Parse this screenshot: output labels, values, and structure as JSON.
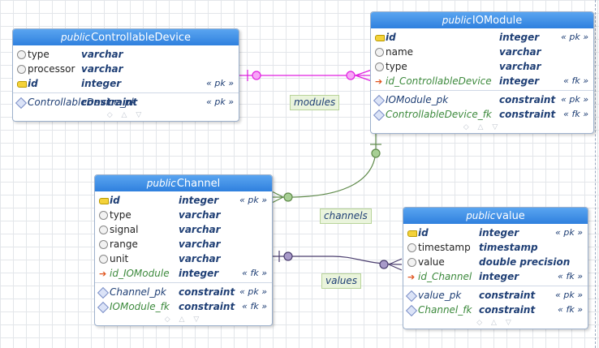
{
  "entities": {
    "controllable_device": {
      "schema": "public",
      "name": "ControllableDevice",
      "columns": [
        {
          "name": "type",
          "type": "varchar",
          "key": "",
          "kind": "col"
        },
        {
          "name": "processor",
          "type": "varchar",
          "key": "",
          "kind": "col"
        },
        {
          "name": "id",
          "type": "integer",
          "key": "« pk »",
          "kind": "pk"
        }
      ],
      "constraints": [
        {
          "name": "ControllableDevice_pk",
          "type": "constraint",
          "key": "« pk »",
          "kind": "c-pk"
        }
      ]
    },
    "iomodule": {
      "schema": "public",
      "name": "IOModule",
      "columns": [
        {
          "name": "id",
          "type": "integer",
          "key": "« pk »",
          "kind": "pk"
        },
        {
          "name": "name",
          "type": "varchar",
          "key": "",
          "kind": "col"
        },
        {
          "name": "type",
          "type": "varchar",
          "key": "",
          "kind": "col"
        },
        {
          "name": "id_ControllableDevice",
          "type": "integer",
          "key": "« fk »",
          "kind": "fk"
        }
      ],
      "constraints": [
        {
          "name": "IOModule_pk",
          "type": "constraint",
          "key": "« pk »",
          "kind": "c-pk"
        },
        {
          "name": "ControllableDevice_fk",
          "type": "constraint",
          "key": "« fk »",
          "kind": "c-fk"
        }
      ]
    },
    "channel": {
      "schema": "public",
      "name": "Channel",
      "columns": [
        {
          "name": "id",
          "type": "integer",
          "key": "« pk »",
          "kind": "pk"
        },
        {
          "name": "type",
          "type": "varchar",
          "key": "",
          "kind": "col"
        },
        {
          "name": "signal",
          "type": "varchar",
          "key": "",
          "kind": "col"
        },
        {
          "name": "range",
          "type": "varchar",
          "key": "",
          "kind": "col"
        },
        {
          "name": "unit",
          "type": "varchar",
          "key": "",
          "kind": "col"
        },
        {
          "name": "id_IOModule",
          "type": "integer",
          "key": "« fk »",
          "kind": "fk"
        }
      ],
      "constraints": [
        {
          "name": "Channel_pk",
          "type": "constraint",
          "key": "« pk »",
          "kind": "c-pk"
        },
        {
          "name": "IOModule_fk",
          "type": "constraint",
          "key": "« fk »",
          "kind": "c-fk"
        }
      ]
    },
    "value": {
      "schema": "public",
      "name": "value",
      "columns": [
        {
          "name": "id",
          "type": "integer",
          "key": "« pk »",
          "kind": "pk"
        },
        {
          "name": "timestamp",
          "type": "timestamp",
          "key": "",
          "kind": "col"
        },
        {
          "name": "value",
          "type": "double precision",
          "key": "",
          "kind": "col"
        },
        {
          "name": "id_Channel",
          "type": "integer",
          "key": "« fk »",
          "kind": "fk"
        }
      ],
      "constraints": [
        {
          "name": "value_pk",
          "type": "constraint",
          "key": "« pk »",
          "kind": "c-pk"
        },
        {
          "name": "Channel_fk",
          "type": "constraint",
          "key": "« fk »",
          "kind": "c-fk"
        }
      ]
    }
  },
  "relationships": [
    {
      "label": "modules",
      "color": "#e020e0"
    },
    {
      "label": "channels",
      "color": "#5f8a4a"
    },
    {
      "label": "values",
      "color": "#4a3d6e"
    }
  ],
  "footer_glyphs": "◇ △ ▽",
  "colors": {
    "header": "#3a8ae6",
    "pk_key": "#f4d23a",
    "fk_arrow": "#e0551f"
  }
}
